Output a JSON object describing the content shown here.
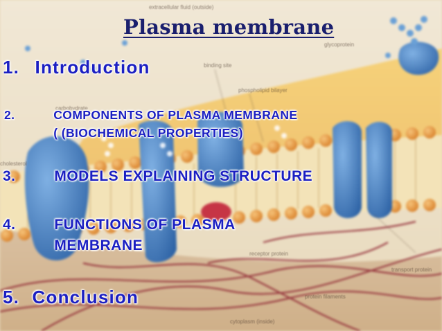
{
  "slide": {
    "title": "Plasma membrane",
    "items": [
      {
        "number": "1.",
        "text": "Introduction"
      },
      {
        "number": "2.",
        "line1": "COMPONENTS OF PLASMA MEMBRANE",
        "line2": "( (BIOCHEMICAL PROPERTIES)"
      },
      {
        "number": "3.",
        "text": "MODELS EXPLAINING STRUCTURE"
      },
      {
        "number": "4.",
        "line1": "FUNCTIONS OF PLASMA",
        "line2": "MEMBRANE"
      },
      {
        "number": "5.",
        "text": "Conclusion"
      }
    ],
    "background_labels": {
      "extracellular": "extracellular fluid (outside)",
      "glycoprotein": "glycoprotein",
      "binding_site": "binding site",
      "phospholipid": "phospholipid bilayer",
      "carbohydrate": "carbohydrate",
      "cholesterol": "cholesterol",
      "receptor": "receptor protein",
      "transport": "transport protein",
      "filaments": "protein filaments",
      "cytoplasm": "cytoplasm (inside)"
    },
    "colors": {
      "title": "#1a1f6e",
      "item_text": "#1b1fc2",
      "membrane_protein": "#4a86c6",
      "phospholipid_head": "#e8a24a",
      "filament": "#8e2230"
    }
  }
}
